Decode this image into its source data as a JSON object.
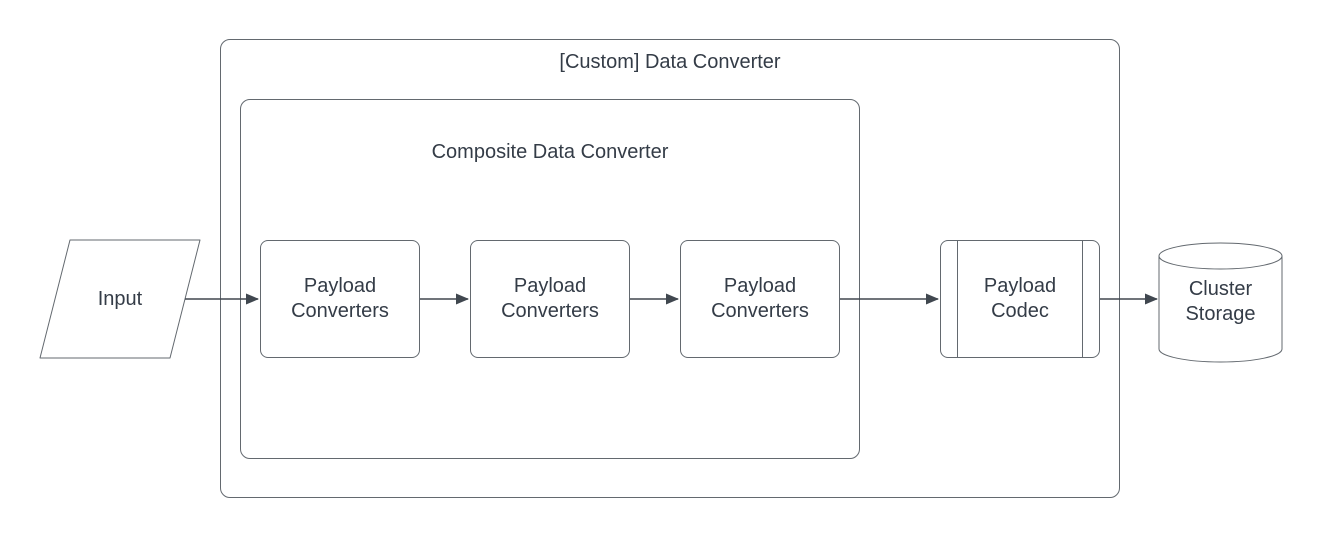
{
  "diagram": {
    "outer_container": {
      "label": "[Custom] Data Converter"
    },
    "composite_container": {
      "label": "Composite Data Converter"
    },
    "nodes": {
      "input": {
        "label": "Input",
        "shape": "parallelogram"
      },
      "payload_converter_1": {
        "label": "Payload Converters",
        "shape": "rounded-rectangle"
      },
      "payload_converter_2": {
        "label": "Payload Converters",
        "shape": "rounded-rectangle"
      },
      "payload_converter_3": {
        "label": "Payload Converters",
        "shape": "rounded-rectangle"
      },
      "payload_codec": {
        "label": "Payload Codec",
        "shape": "predefined-process"
      },
      "cluster_storage": {
        "label": "Cluster Storage",
        "shape": "cylinder"
      }
    },
    "flow": [
      "input",
      "payload_converter_1",
      "payload_converter_2",
      "payload_converter_3",
      "payload_codec",
      "cluster_storage"
    ],
    "colors": {
      "shape_stroke": "#63696f",
      "text": "#343c47",
      "connector": "#40474f",
      "shape_fill": "#ffffff",
      "background": "#ffffff"
    }
  }
}
